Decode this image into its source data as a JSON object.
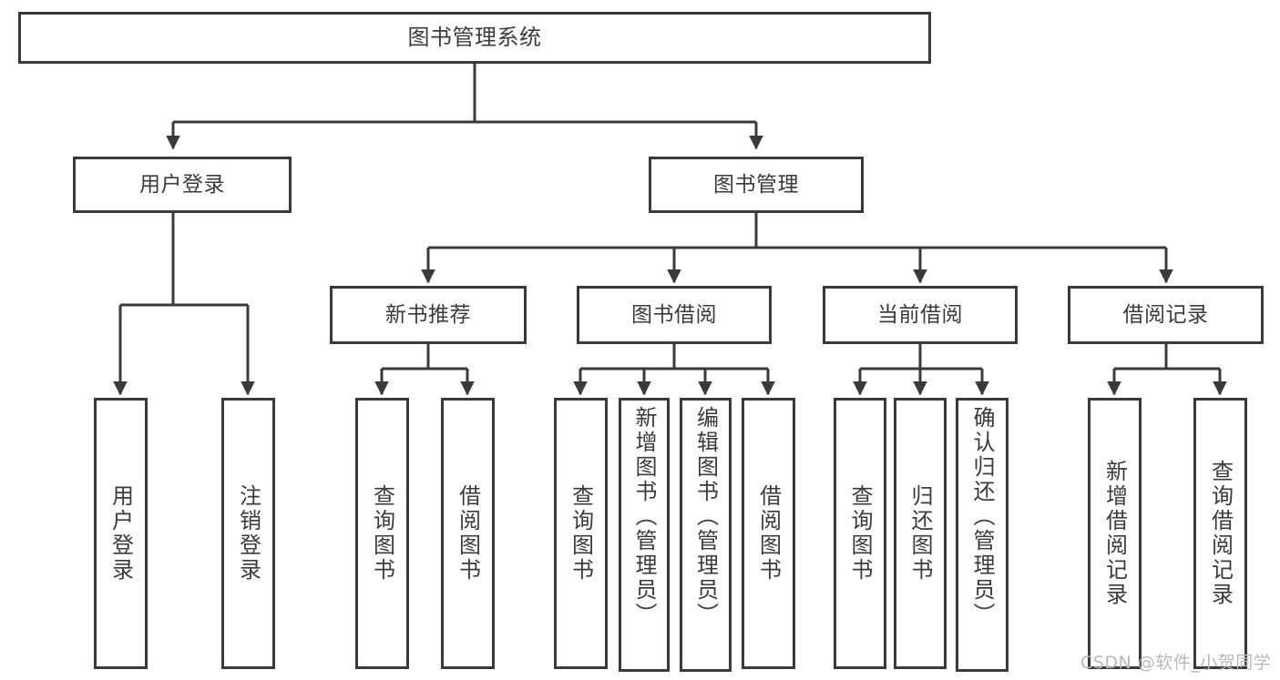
{
  "diagram": {
    "type": "tree-hierarchy-chart",
    "title": "图书管理系统",
    "line_color": "#3a3a3a",
    "text_color": "#3b3b3b",
    "background": "#ffffff",
    "levels": [
      {
        "level": 1,
        "nodes": [
          {
            "id": "root",
            "label": "图书管理系统"
          }
        ]
      },
      {
        "level": 2,
        "nodes": [
          {
            "id": "login",
            "label": "用户登录",
            "parent": "root"
          },
          {
            "id": "bookmgmt",
            "label": "图书管理",
            "parent": "root"
          }
        ]
      },
      {
        "level": 3,
        "nodes": [
          {
            "id": "newbook",
            "label": "新书推荐",
            "parent": "bookmgmt"
          },
          {
            "id": "borrow",
            "label": "图书借阅",
            "parent": "bookmgmt"
          },
          {
            "id": "current",
            "label": "当前借阅",
            "parent": "bookmgmt"
          },
          {
            "id": "record",
            "label": "借阅记录",
            "parent": "bookmgmt"
          }
        ]
      },
      {
        "level": 4,
        "nodes": [
          {
            "id": "leaf1",
            "label": "用户登录",
            "parent": "login"
          },
          {
            "id": "leaf2",
            "label": "注销登录",
            "parent": "login"
          },
          {
            "id": "leaf3",
            "label": "查询图书",
            "parent": "newbook"
          },
          {
            "id": "leaf4",
            "label": "借阅图书",
            "parent": "newbook"
          },
          {
            "id": "leaf5",
            "label": "查询图书",
            "parent": "borrow"
          },
          {
            "id": "leaf6",
            "label": "新增图书（管理员）",
            "parent": "borrow"
          },
          {
            "id": "leaf7",
            "label": "编辑图书（管理员）",
            "parent": "borrow"
          },
          {
            "id": "leaf8",
            "label": "借阅图书",
            "parent": "borrow"
          },
          {
            "id": "leaf9",
            "label": "查询图书",
            "parent": "current"
          },
          {
            "id": "leaf10",
            "label": "归还图书",
            "parent": "current"
          },
          {
            "id": "leaf11",
            "label": "确认归还（管理员）",
            "parent": "current"
          },
          {
            "id": "leaf12",
            "label": "新增借阅记录",
            "parent": "record"
          },
          {
            "id": "leaf13",
            "label": "查询借阅记录",
            "parent": "record"
          }
        ]
      }
    ]
  },
  "watermark": {
    "text": "CSDN @软件_小贺同学"
  }
}
